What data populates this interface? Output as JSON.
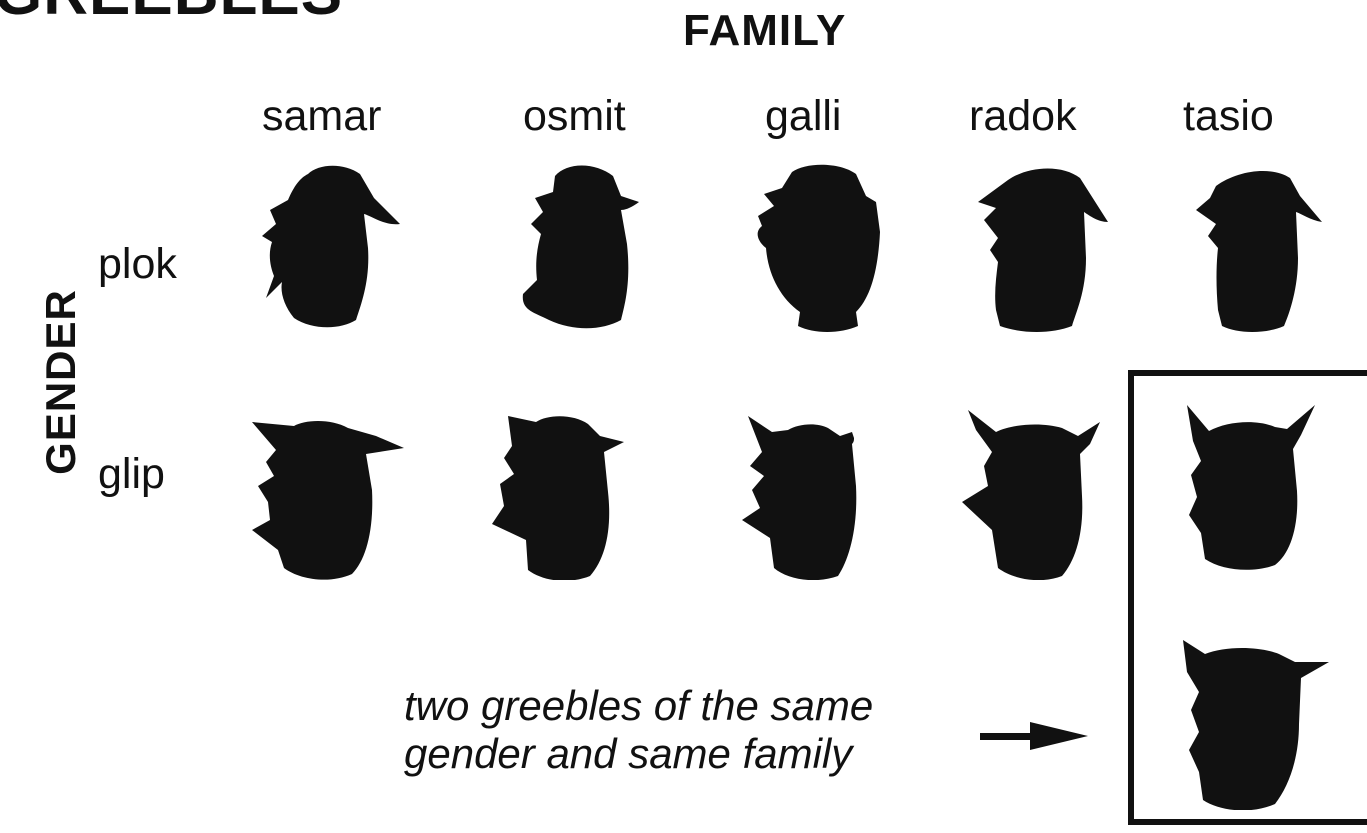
{
  "figure": {
    "title_fragment": "GREEBLES",
    "family_heading": "FAMILY",
    "gender_heading": "GENDER",
    "families": [
      "samar",
      "osmit",
      "galli",
      "radok",
      "tasio"
    ],
    "genders": [
      "plok",
      "glip"
    ],
    "caption_line1": "two greebles of the same",
    "caption_line2": "gender and same family"
  }
}
